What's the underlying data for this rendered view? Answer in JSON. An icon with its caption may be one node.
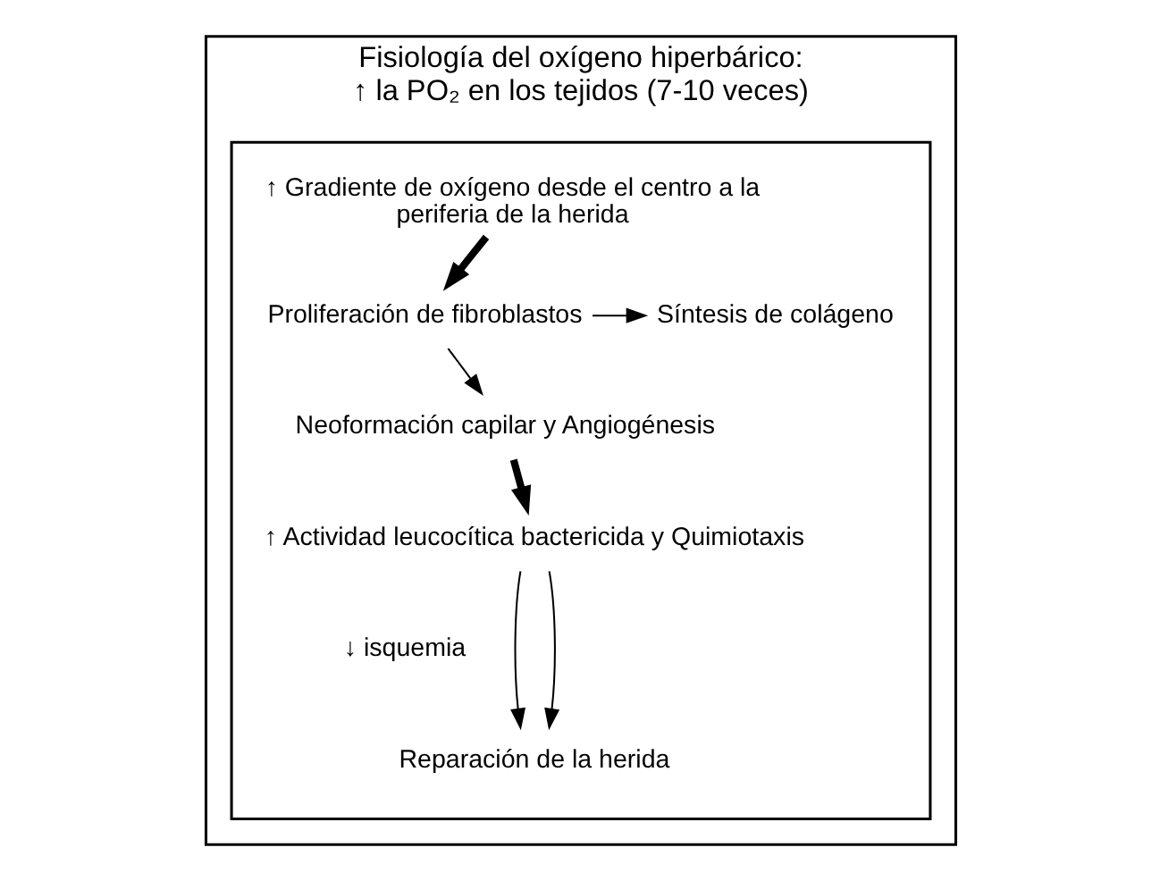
{
  "diagram": {
    "nodes": [
      {
        "text": [
          "Fisiología del oxígeno hiperbárico: ↑ la PO₂ en los tejidos (7-10 veces)"
        ]
      },
      {
        "text": [],
        "shape": "box",
        "in": 0
      },
      {
        "text": [
          "↑ Gradiente de oxígeno desde el centro a la periferia de la herida"
        ],
        "in": 1
      },
      {
        "text": [
          "Proliferación de fibroblastos"
        ],
        "in": 1
      },
      {
        "text": [
          "Síntesis de colágeno"
        ],
        "in": 1
      },
      {
        "text": [
          "Neoformación capilar y Angiogénesis"
        ],
        "in": 1
      },
      {
        "text": [
          "↑ Actividad leucocítica bactericida y Quimiotaxis"
        ],
        "in": 1
      },
      {
        "text": [
          "↓ isquemia"
        ],
        "in": 1
      },
      {
        "text": [
          "Reparación de la herida"
        ],
        "in": 1
      }
    ],
    "edges": [
      {
        "from": 2,
        "to": 3,
        "arrow": "to",
        "style": "thick"
      },
      {
        "from": 3,
        "to": 4,
        "arrow": "to"
      },
      {
        "from": 3,
        "to": 5,
        "arrow": "to"
      },
      {
        "from": 5,
        "to": 6,
        "arrow": "to",
        "style": "thick"
      },
      {
        "from": 6,
        "to": 8,
        "arrow": "to"
      },
      {
        "from": 6,
        "to": 8,
        "arrow": "to"
      }
    ]
  }
}
